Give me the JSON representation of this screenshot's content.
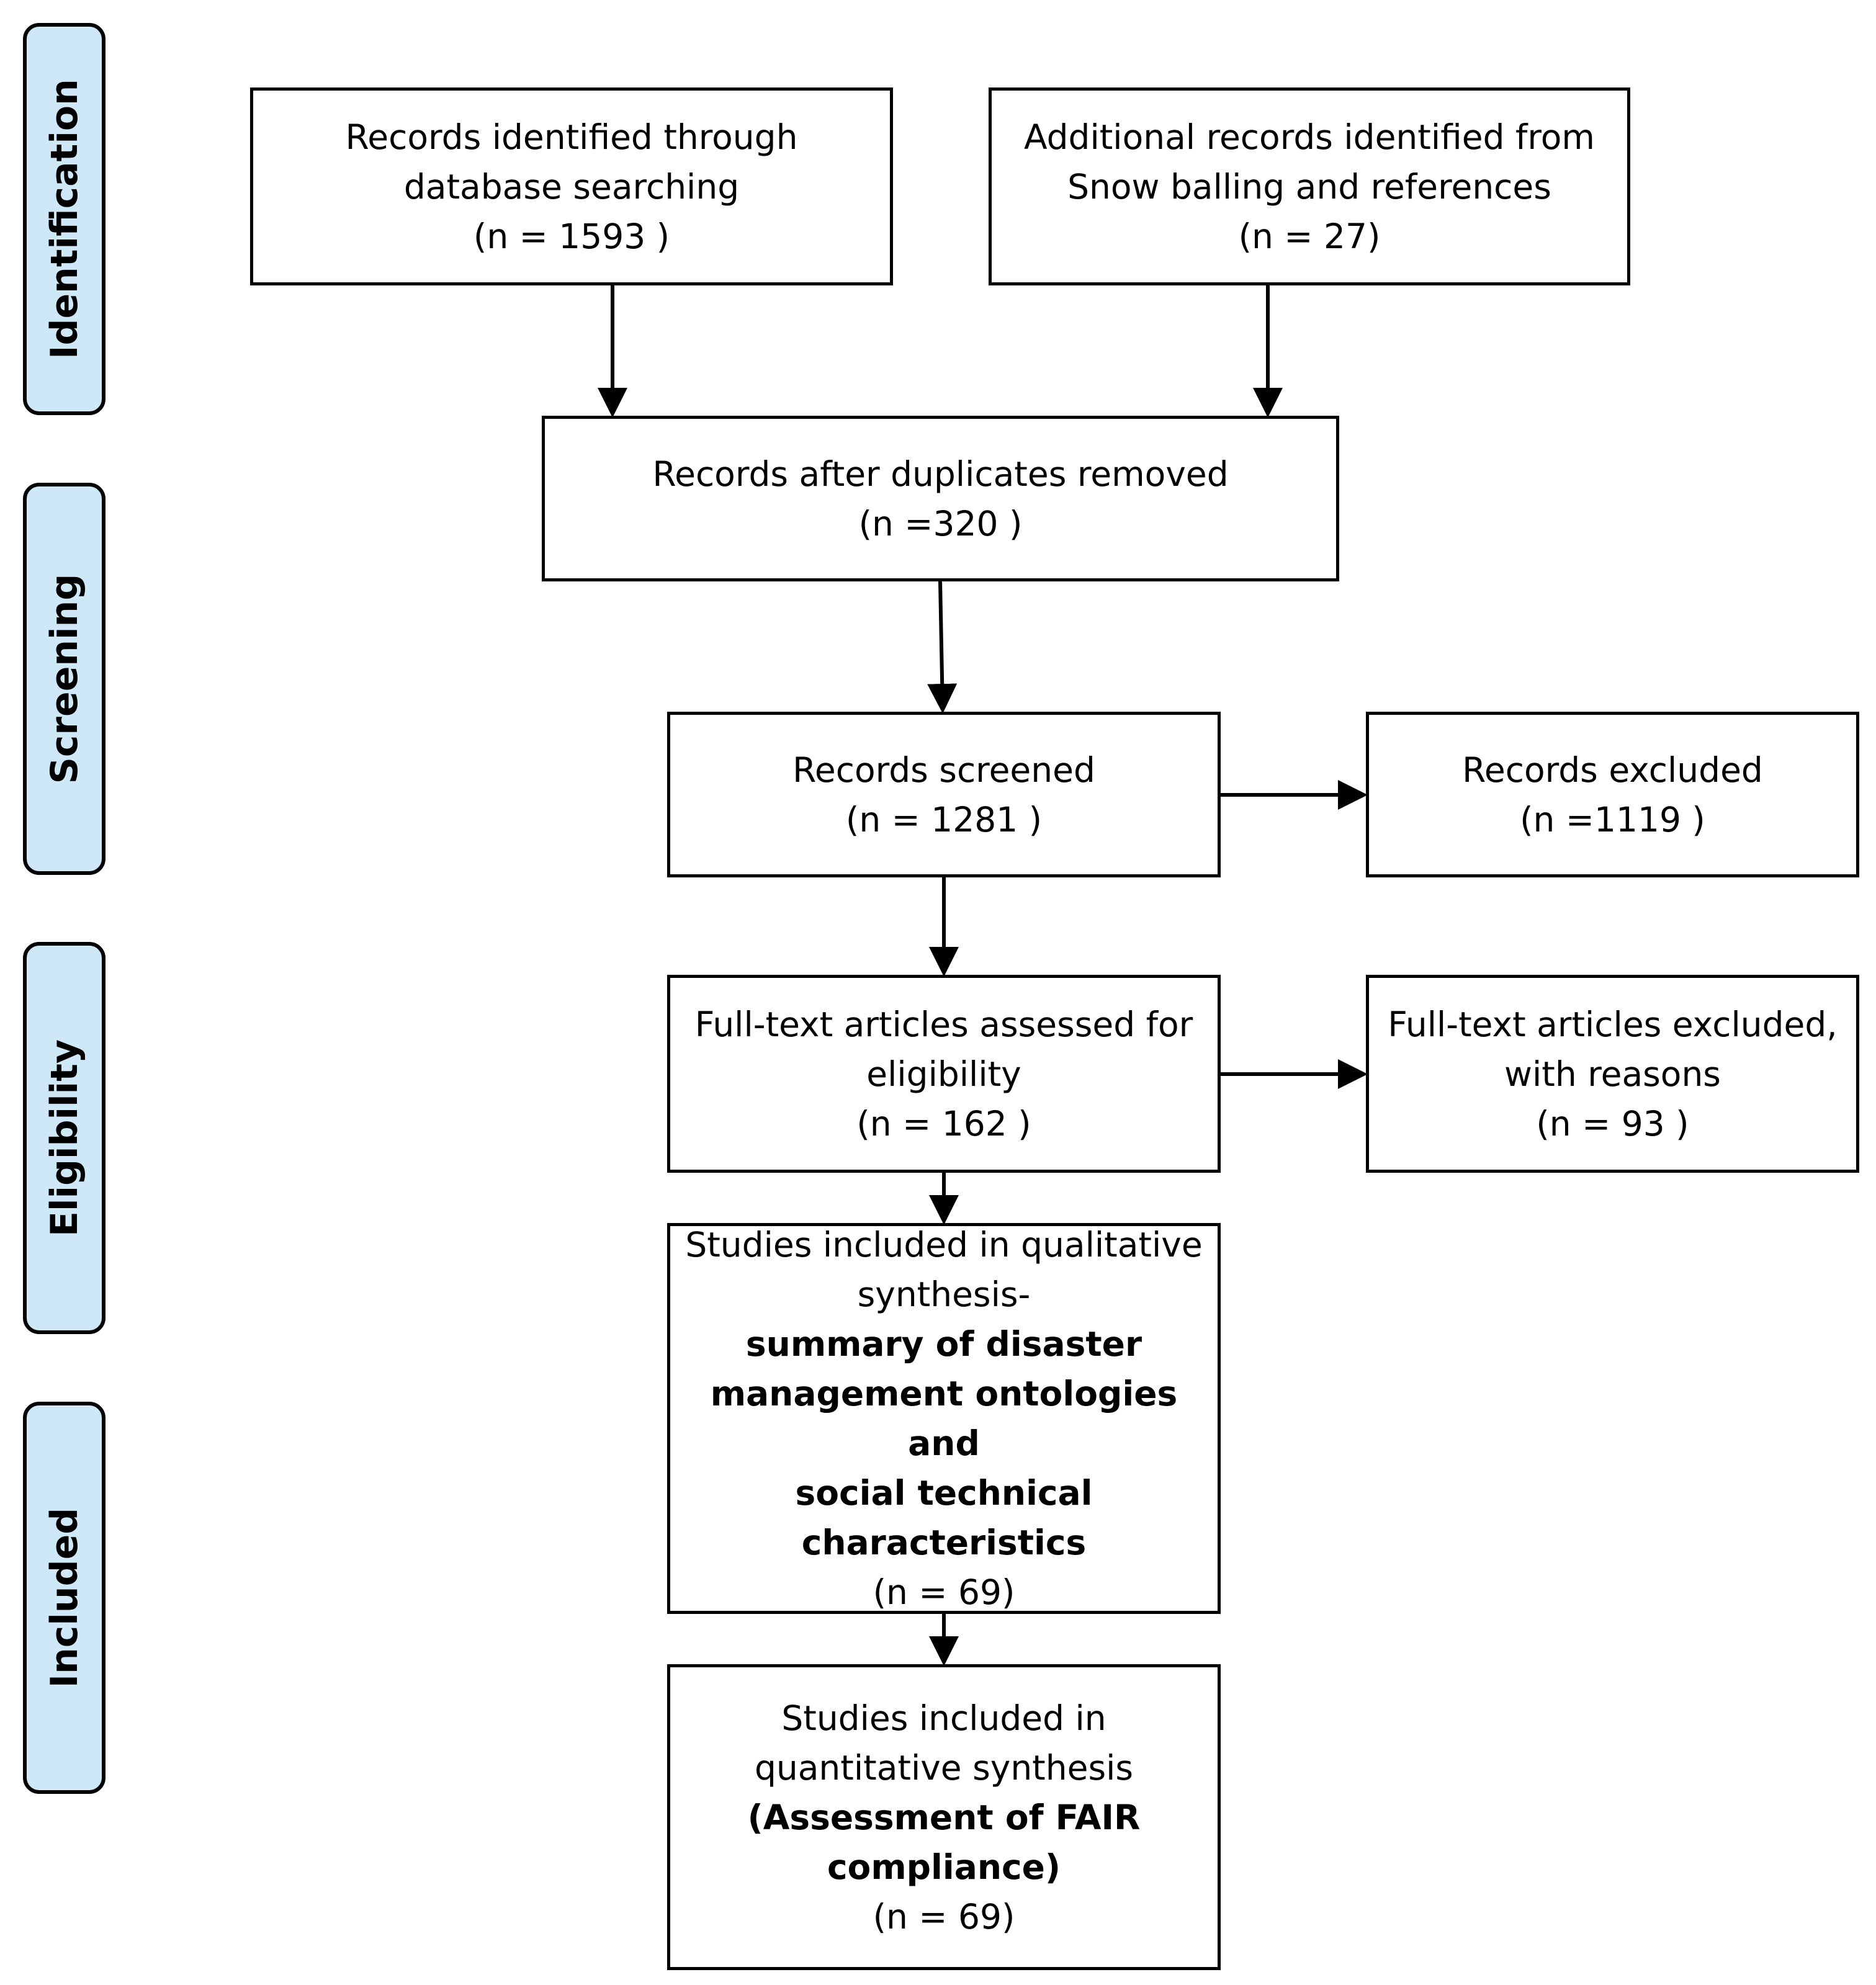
{
  "colors": {
    "phase_fill": "#cfe8f7",
    "border": "#000000",
    "background": "#ffffff"
  },
  "phases": {
    "identification": "Identification",
    "screening": "Screening",
    "eligibility": "Eligibility",
    "included": "Included"
  },
  "boxes": {
    "database_search": {
      "line1": "Records identified through",
      "line2": "database searching",
      "count": "(n = 1593 )"
    },
    "additional_records": {
      "line1": "Additional records identified from",
      "line2": "Snow balling and references",
      "count": "(n = 27)"
    },
    "duplicates_removed": {
      "line1": "Records after duplicates removed",
      "count": "(n =320   )"
    },
    "screened": {
      "line1": "Records screened",
      "count": "(n = 1281  )"
    },
    "excluded": {
      "line1": "Records excluded",
      "count": "(n =1119   )"
    },
    "full_text_assessed": {
      "line1": "Full-text articles assessed for",
      "line2": "eligibility",
      "count": "(n = 162  )"
    },
    "full_text_excluded": {
      "line1": "Full-text articles excluded,",
      "line2": "with reasons",
      "count": "(n = 93  )"
    },
    "qualitative": {
      "line1": "Studies included in qualitative",
      "line2": "synthesis-",
      "bold1": "summary of disaster",
      "bold2": "management ontologies and",
      "bold3": "social technical",
      "bold4": "characteristics",
      "count": "(n = 69)"
    },
    "quantitative": {
      "line1": "Studies included in",
      "line2": "quantitative synthesis",
      "bold1": "(Assessment of FAIR",
      "bold2": "compliance)",
      "count": "(n = 69)"
    }
  }
}
